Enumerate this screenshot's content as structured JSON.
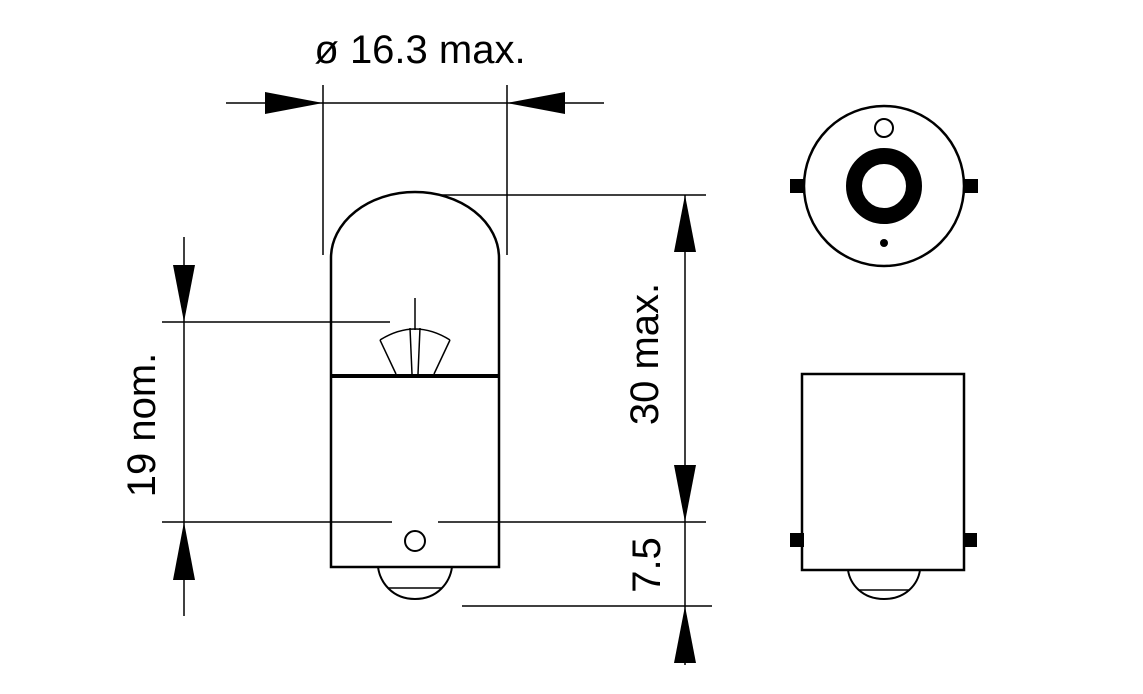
{
  "drawing": {
    "labels": {
      "diameter": "ø 16.3 max.",
      "length_total": "30 max.",
      "light_centre": "19 nom.",
      "base_offset": "7.5"
    },
    "colors": {
      "line": "#000000",
      "background": "#ffffff"
    }
  }
}
